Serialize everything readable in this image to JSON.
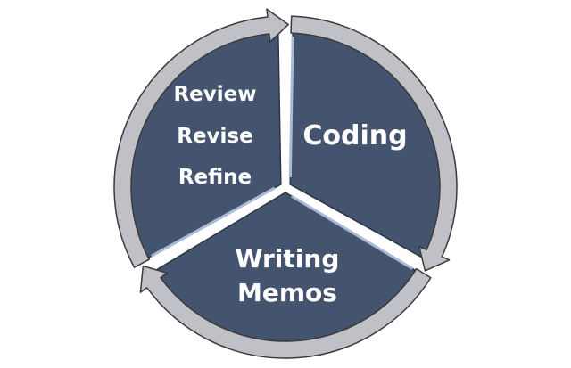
{
  "diagram": {
    "colors": {
      "sector": "#44546e",
      "sector_edge": "#2a3445",
      "ring": "#bfc1c6",
      "ring_edge": "#3a3a3a",
      "highlight": "#a9bad6"
    },
    "sectors": [
      {
        "name": "coding",
        "lines": [
          "Coding"
        ]
      },
      {
        "name": "writing-memos",
        "lines": [
          "Writing",
          "Memos"
        ]
      },
      {
        "name": "review-revise-refine",
        "lines": [
          "Review",
          "Revise",
          "Refine"
        ]
      }
    ]
  }
}
